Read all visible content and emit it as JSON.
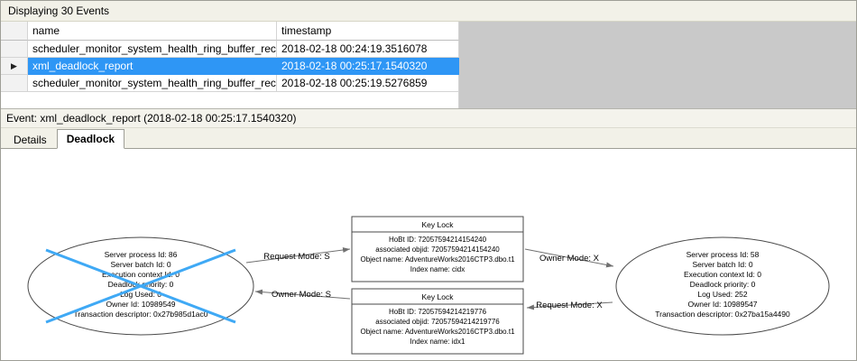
{
  "title_bar": {
    "text": "Displaying 30 Events"
  },
  "grid": {
    "columns": {
      "name": "name",
      "timestamp": "timestamp"
    },
    "selection_marker": "▶",
    "rows": [
      {
        "name": "scheduler_monitor_system_health_ring_buffer_recorded",
        "timestamp": "2018-02-18 00:24:19.3516078"
      },
      {
        "name": "xml_deadlock_report",
        "timestamp": "2018-02-18 00:25:17.1540320"
      },
      {
        "name": "scheduler_monitor_system_health_ring_buffer_recorded",
        "timestamp": "2018-02-18 00:25:19.5276859"
      }
    ]
  },
  "event_bar": {
    "text": "Event: xml_deadlock_report (2018-02-18 00:25:17.1540320)"
  },
  "tabs": {
    "details": "Details",
    "deadlock": "Deadlock"
  },
  "colors": {
    "selection": "#2e96f5",
    "victim_x": "#3fa9f5"
  },
  "graph": {
    "left_process": {
      "victim": true,
      "lines": [
        "Server process Id: 86",
        "Server batch Id: 0",
        "Execution context Id: 0",
        "Deadlock priority: 0",
        "Log Used: 0",
        "Owner Id: 10989549",
        "Transaction descriptor: 0x27b985d1ac0"
      ]
    },
    "right_process": {
      "victim": false,
      "lines": [
        "Server process Id: 58",
        "Server batch Id: 0",
        "Execution context Id: 0",
        "Deadlock priority: 0",
        "Log Used: 252",
        "Owner Id: 10989547",
        "Transaction descriptor: 0x27ba15a4490"
      ]
    },
    "top_resource": {
      "title": "Key Lock",
      "lines": [
        "HoBt ID: 72057594214154240",
        "associated objid: 72057594214154240",
        "Object name: AdventureWorks2016CTP3.dbo.t1",
        "Index name: cidx"
      ]
    },
    "bottom_resource": {
      "title": "Key Lock",
      "lines": [
        "HoBt ID: 72057594214219776",
        "associated objid: 72057594214219776",
        "Object name: AdventureWorks2016CTP3.dbo.t1",
        "Index name: idx1"
      ]
    },
    "edges": {
      "request_top": "Request Mode: S",
      "owner_top": "Owner Mode: X",
      "owner_bottom": "Owner Mode: S",
      "request_bottom": "Request Mode: X"
    }
  }
}
